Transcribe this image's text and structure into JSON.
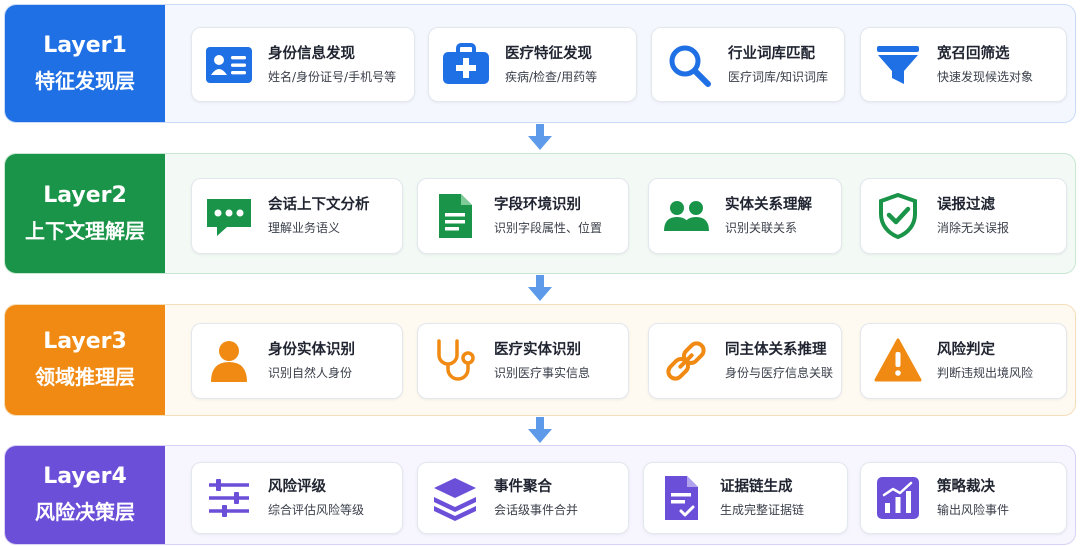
{
  "colors": {
    "layer1": "#1f6fe5",
    "layer2": "#1a9448",
    "layer3": "#f08a12",
    "layer4": "#6c4fd8",
    "arrow": "#5d9bea"
  },
  "layers": [
    {
      "name": "Layer1",
      "title": "特征发现层",
      "cards": [
        {
          "icon": "id-card-icon",
          "title": "身份信息发现",
          "desc": "姓名/身份证号/手机号等"
        },
        {
          "icon": "medical-kit-icon",
          "title": "医疗特征发现",
          "desc": "疾病/检查/用药等"
        },
        {
          "icon": "search-icon",
          "title": "行业词库匹配",
          "desc": "医疗词库/知识词库"
        },
        {
          "icon": "filter-funnel-icon",
          "title": "宽召回筛选",
          "desc": "快速发现候选对象"
        }
      ]
    },
    {
      "name": "Layer2",
      "title": "上下文理解层",
      "cards": [
        {
          "icon": "chat-bubble-icon",
          "title": "会话上下文分析",
          "desc": "理解业务语义"
        },
        {
          "icon": "document-icon",
          "title": "字段环境识别",
          "desc": "识别字段属性、位置"
        },
        {
          "icon": "users-icon",
          "title": "实体关系理解",
          "desc": "识别关联关系"
        },
        {
          "icon": "shield-check-icon",
          "title": "误报过滤",
          "desc": "消除无关误报"
        }
      ]
    },
    {
      "name": "Layer3",
      "title": "领域推理层",
      "cards": [
        {
          "icon": "person-icon",
          "title": "身份实体识别",
          "desc": "识别自然人身份"
        },
        {
          "icon": "stethoscope-icon",
          "title": "医疗实体识别",
          "desc": "识别医疗事实信息"
        },
        {
          "icon": "link-chain-icon",
          "title": "同主体关系推理",
          "desc": "身份与医疗信息关联"
        },
        {
          "icon": "warning-triangle-icon",
          "title": "风险判定",
          "desc": "判断违规出境风险"
        }
      ]
    },
    {
      "name": "Layer4",
      "title": "风险决策层",
      "cards": [
        {
          "icon": "sliders-icon",
          "title": "风险评级",
          "desc": "综合评估风险等级"
        },
        {
          "icon": "layers-stack-icon",
          "title": "事件聚合",
          "desc": "会话级事件合并"
        },
        {
          "icon": "evidence-doc-icon",
          "title": "证据链生成",
          "desc": "生成完整证据链"
        },
        {
          "icon": "chart-icon",
          "title": "策略裁决",
          "desc": "输出风险事件"
        }
      ]
    }
  ]
}
